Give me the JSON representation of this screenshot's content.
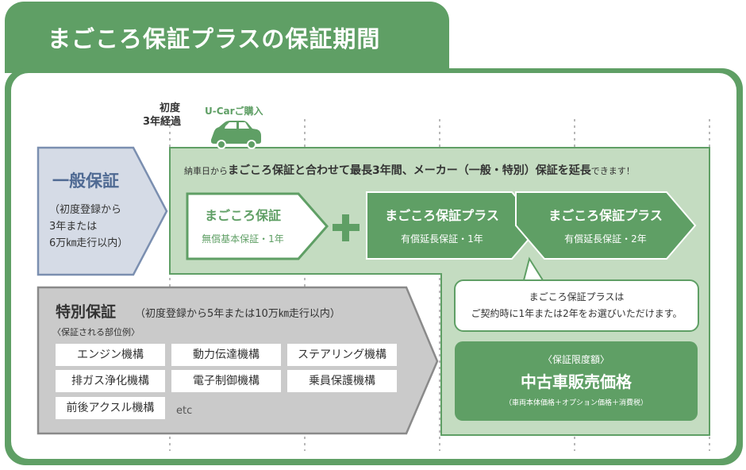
{
  "title": "まごころ保証プラスの保証期間",
  "timeline": {
    "first_reg_label": "初度\n3年経過",
    "first_reg_line1": "初度",
    "first_reg_line2": "3年経過",
    "purchase_label": "U-Carご購入"
  },
  "ippan": {
    "title": "一般保証",
    "desc": [
      "（初度登録から",
      "3年または",
      "6万㎞走行以内）"
    ]
  },
  "extend": {
    "prefix": "納車日から",
    "main": "まごころ保証と合わせて最長3年間、メーカー（一般・特別）保証を延長",
    "suffix": "できます！"
  },
  "boxes": [
    {
      "title": "まごころ保証",
      "sub": "無償基本保証・1年"
    },
    {
      "title": "まごころ保証プラス",
      "sub": "有償延長保証・1年"
    },
    {
      "title": "まごころ保証プラス",
      "sub": "有償延長保証・2年"
    }
  ],
  "plus_sign": "＋",
  "callout": {
    "line1": "まごころ保証プラスは",
    "line2": "ご契約時に1年または2年をお選びいただけます。"
  },
  "tokubetsu": {
    "title": "特別保証",
    "cond": "（初度登録から5年または10万㎞走行以内）",
    "parts_label": "〈保証される部位例〉",
    "parts": [
      "エンジン機構",
      "動力伝達機構",
      "ステアリング機構",
      "排ガス浄化機構",
      "電子制御機構",
      "乗員保護機構",
      "前後アクスル機構"
    ],
    "etc": "etc"
  },
  "limit": {
    "label": "〈保証限度額〉",
    "value": "中古車販売価格",
    "note": "（車両本体価格＋オプション価格＋消費税）"
  },
  "colors": {
    "green": "#5f9f65",
    "light_green": "#c4dcc1",
    "blue_gray": "#d5dbe6",
    "blue_border": "#7b8fb0",
    "gray": "#cacaca",
    "dark_gray": "#8a8a8a"
  }
}
